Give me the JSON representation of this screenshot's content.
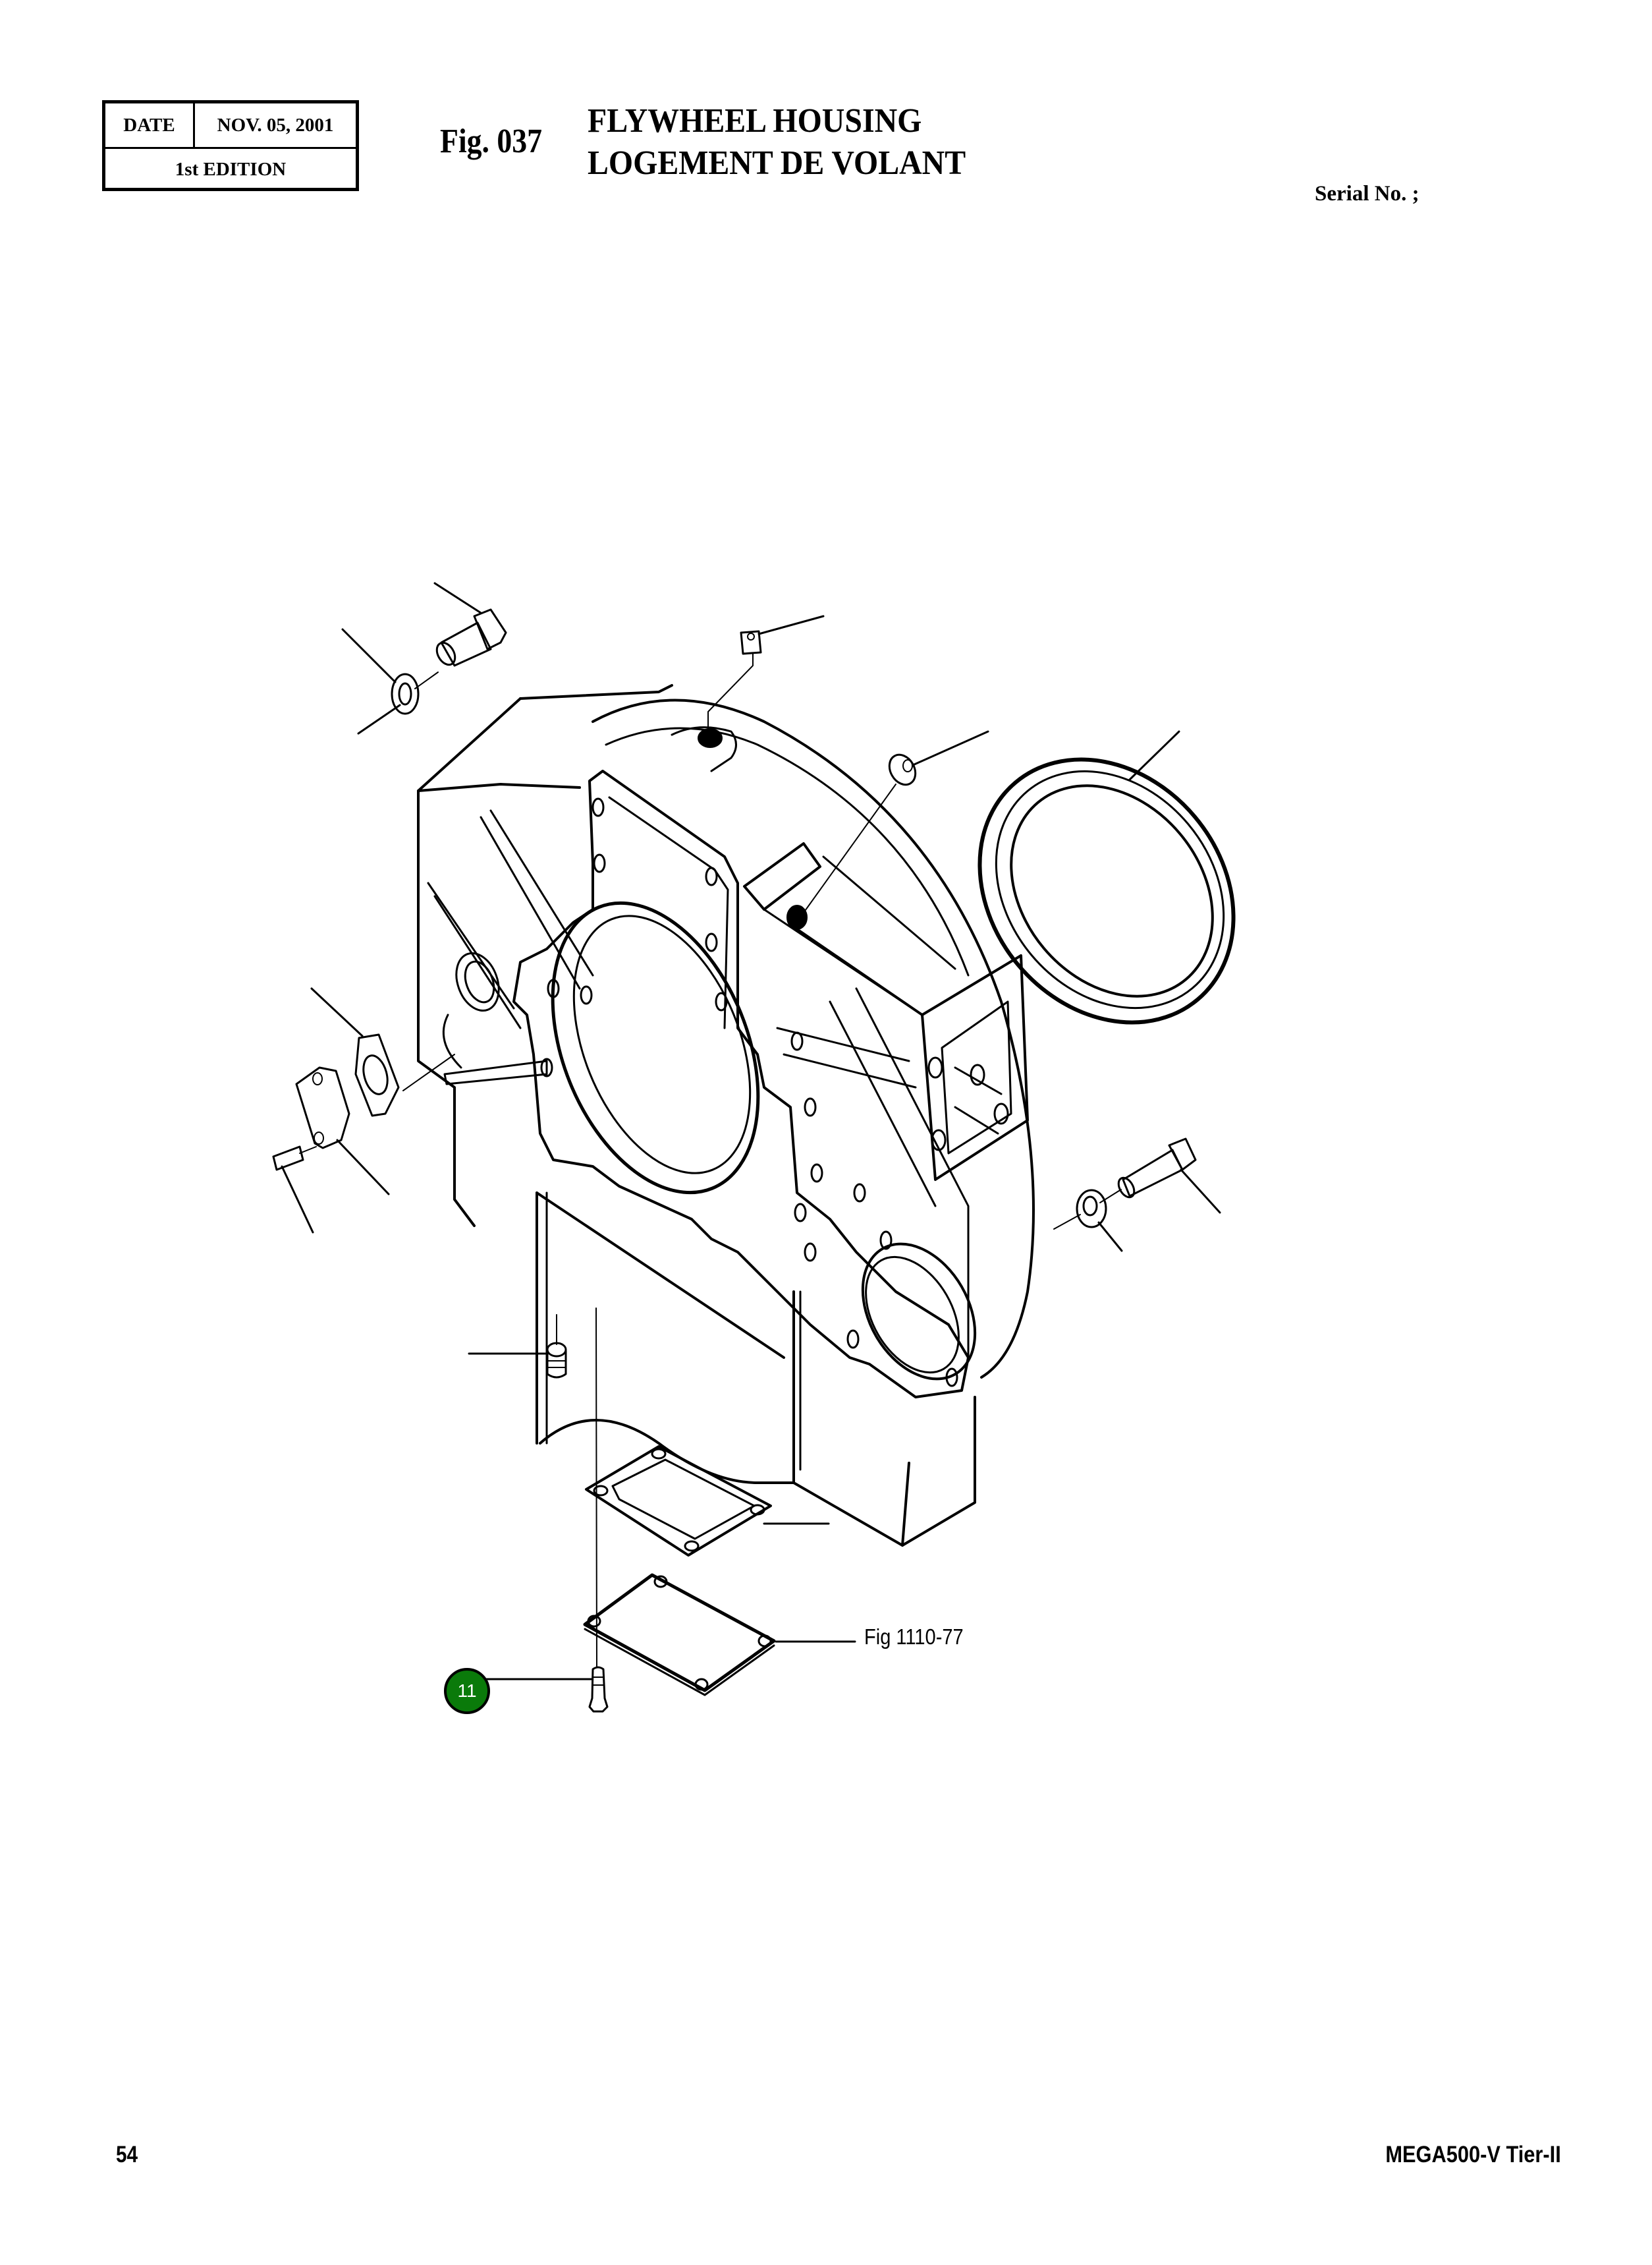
{
  "header": {
    "date_label": "DATE",
    "date_value": "NOV. 05, 2001",
    "edition": "1st EDITION",
    "figure_number": "Fig. 037",
    "title_en": "FLYWHEEL HOUSING",
    "title_fr": "LOGEMENT DE VOLANT",
    "serial_label": "Serial No. ;"
  },
  "diagram": {
    "reference_label": "Fig 1110-77",
    "callouts": [
      {
        "number": "11",
        "color": "#0a7a0a",
        "part": "bolt"
      }
    ],
    "parts": [
      "flywheel-housing",
      "oil-seal-ring",
      "bolt-upper-left",
      "washer-upper-left",
      "plug-top",
      "plug-upper-right",
      "cover-plate-left",
      "gasket-left",
      "bolt-left-small",
      "bolt-right",
      "washer-right",
      "plug-bottom",
      "gasket-bottom",
      "cover-plate-bottom",
      "bolt-bottom"
    ]
  },
  "footer": {
    "page_number": "54",
    "model": "MEGA500-V Tier-II"
  }
}
